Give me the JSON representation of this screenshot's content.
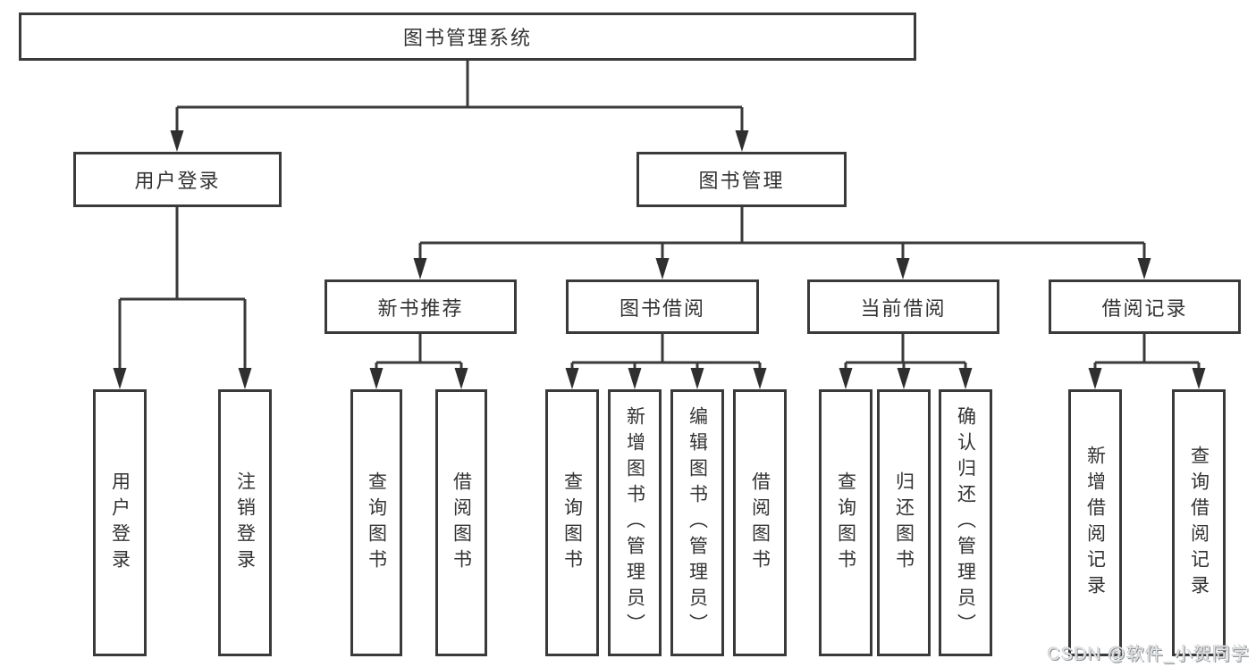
{
  "colors": {
    "background": "#ffffff",
    "line": "#3a3a3a",
    "box_border": "#3a3a3a",
    "text": "#333333",
    "watermark_text": "#e3e5e7"
  },
  "tree": {
    "root": "图书管理系统",
    "branches": [
      {
        "label": "用户登录",
        "leaves": [
          "用户登录",
          "注销登录"
        ]
      },
      {
        "label": "图书管理",
        "groups": [
          {
            "label": "新书推荐",
            "leaves": [
              "查询图书",
              "借阅图书"
            ]
          },
          {
            "label": "图书借阅",
            "leaves": [
              "查询图书",
              "新增图书（管理员）",
              "编辑图书（管理员）",
              "借阅图书"
            ]
          },
          {
            "label": "当前借阅",
            "leaves": [
              "查询图书",
              "归还图书",
              "确认归还（管理员）"
            ]
          },
          {
            "label": "借阅记录",
            "leaves": [
              "新增借阅记录",
              "查询借阅记录"
            ]
          }
        ]
      }
    ]
  },
  "watermark": {
    "text": "CSDN @软件_小贺同学"
  }
}
